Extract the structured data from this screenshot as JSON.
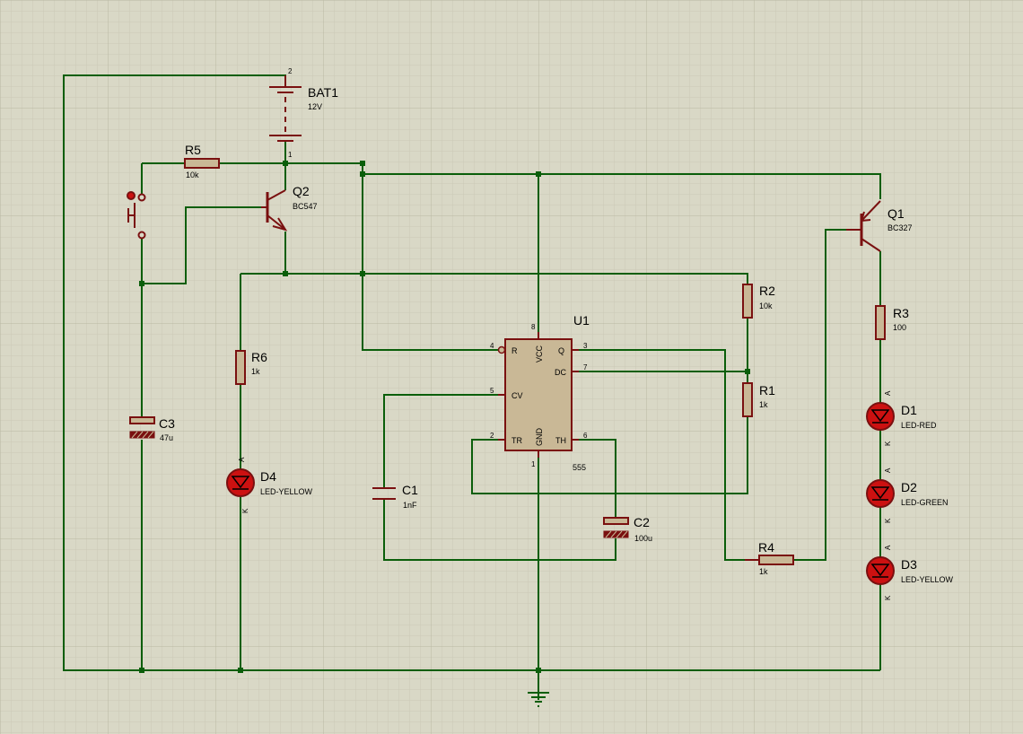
{
  "colors": {
    "background": "#d9d8c6",
    "grid_minor": "#cac9b6",
    "grid_major": "#b9b8a3",
    "wire": "#0a5e0a",
    "component": "#7a1010",
    "body_fill": "#c9b896",
    "led_fill": "#cc1111"
  },
  "components": {
    "bat1": {
      "ref": "BAT1",
      "value": "12V",
      "pin_top": "2",
      "pin_bottom": "1"
    },
    "r5": {
      "ref": "R5",
      "value": "10k"
    },
    "q2": {
      "ref": "Q2",
      "value": "BC547"
    },
    "q1": {
      "ref": "Q1",
      "value": "BC327"
    },
    "r2": {
      "ref": "R2",
      "value": "10k"
    },
    "r1": {
      "ref": "R1",
      "value": "1k"
    },
    "r3": {
      "ref": "R3",
      "value": "100"
    },
    "r6": {
      "ref": "R6",
      "value": "1k"
    },
    "r4": {
      "ref": "R4",
      "value": "1k"
    },
    "c3": {
      "ref": "C3",
      "value": "47u"
    },
    "c1": {
      "ref": "C1",
      "value": "1nF"
    },
    "c2": {
      "ref": "C2",
      "value": "100u"
    },
    "d1": {
      "ref": "D1",
      "value": "LED-RED"
    },
    "d2": {
      "ref": "D2",
      "value": "LED-GREEN"
    },
    "d3": {
      "ref": "D3",
      "value": "LED-YELLOW"
    },
    "d4": {
      "ref": "D4",
      "value": "LED-YELLOW"
    },
    "u1": {
      "ref": "U1",
      "value": "555"
    }
  },
  "led_pins": {
    "anode": "A",
    "cathode": "K"
  },
  "u1_pins": {
    "r": {
      "num": "4",
      "name": "R"
    },
    "vcc": {
      "num": "8",
      "name": "VCC"
    },
    "q": {
      "num": "3",
      "name": "Q"
    },
    "dc": {
      "num": "7",
      "name": "DC"
    },
    "cv": {
      "num": "5",
      "name": "CV"
    },
    "tr": {
      "num": "2",
      "name": "TR"
    },
    "gnd": {
      "num": "1",
      "name": "GND"
    },
    "th": {
      "num": "6",
      "name": "TH"
    }
  },
  "icons": {
    "ground": "ground-symbol-icon",
    "switch": "push-button-icon",
    "battery": "battery-icon"
  }
}
